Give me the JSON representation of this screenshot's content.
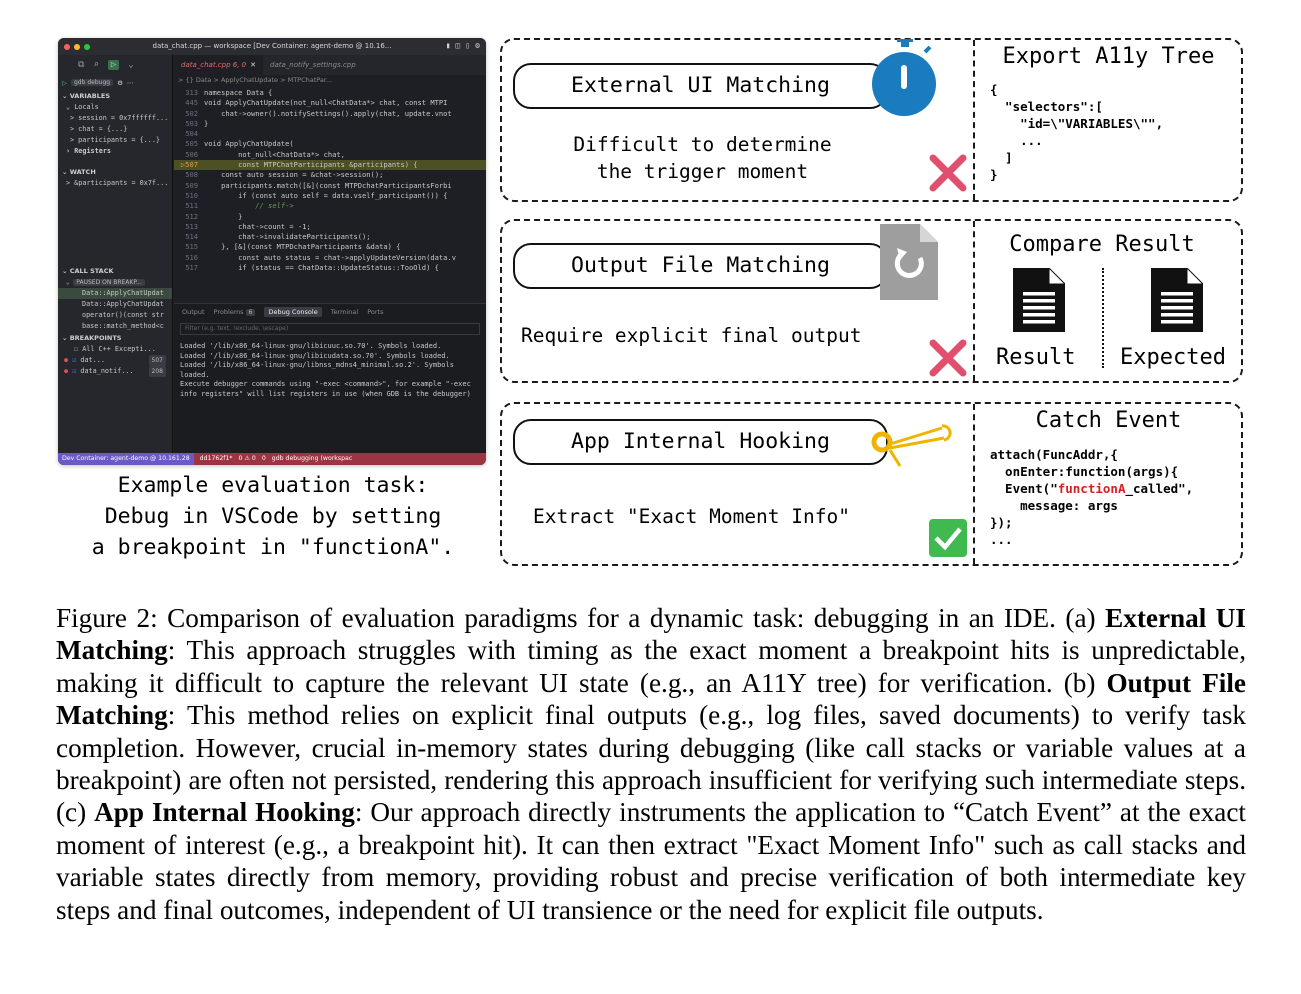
{
  "vscode": {
    "title": "data_chat.cpp — workspace [Dev Container: agent-demo @ 10.16...",
    "tabs": [
      "data_chat.cpp 6, 0",
      "data_notify_settings.cpp"
    ],
    "breadcrumb": "> {} Data > ApplyChatUpdate > MTPChatPar...",
    "debug_config": "gdb debugg",
    "sections": {
      "variables": "VARIABLES",
      "locals": "Locals",
      "registers": "Registers",
      "watch": "WATCH",
      "call_stack": "CALL STACK",
      "paused": "PAUSED ON BREAKP...",
      "breakpoints": "BREAKPOINTS"
    },
    "locals": [
      "> session = 0x7ffffff...",
      "> chat = {...}",
      "> participants = {...}"
    ],
    "watch_items": [
      "> &participants = 0x7f..."
    ],
    "call_stack_items": [
      "Data::ApplyChatUpdat",
      "Data::ApplyChatUpdat",
      "operator()(const str",
      "base::match_method<c"
    ],
    "breakpoint_items": [
      {
        "label": "All C++ Excepti...",
        "count": ""
      },
      {
        "label": "dat...",
        "count": "507"
      },
      {
        "label": "data_notif...",
        "count": "208"
      }
    ],
    "code_lines": [
      {
        "n": "313",
        "t": "namespace Data {"
      },
      {
        "n": "445",
        "t": "void ApplyChatUpdate(not_null<ChatData*> chat, const MTPI"
      },
      {
        "n": "502",
        "t": "    chat->owner().notifySettings().apply(chat, update.vnot"
      },
      {
        "n": "503",
        "t": "}"
      },
      {
        "n": "504",
        "t": ""
      },
      {
        "n": "505",
        "t": "void ApplyChatUpdate("
      },
      {
        "n": "506",
        "t": "        not_null<ChatData*> chat,"
      },
      {
        "n": "507",
        "t": "        const MTPChatParticipants &participants) {"
      },
      {
        "n": "508",
        "t": "    const auto session = &chat->session();"
      },
      {
        "n": "509",
        "t": "    participants.match([&](const MTPDchatParticipantsForbi"
      },
      {
        "n": "510",
        "t": "        if (const auto self = data.vself_participant()) {"
      },
      {
        "n": "511",
        "t": "            // self->"
      },
      {
        "n": "512",
        "t": "        }"
      },
      {
        "n": "513",
        "t": "        chat->count = -1;"
      },
      {
        "n": "514",
        "t": "        chat->invalidateParticipants();"
      },
      {
        "n": "515",
        "t": "    }, [&](const MTPDchatParticipants &data) {"
      },
      {
        "n": "516",
        "t": "        const auto status = chat->applyUpdateVersion(data.v"
      },
      {
        "n": "517",
        "t": "        if (status == ChatData::UpdateStatus::TooOld) {"
      }
    ],
    "panel_tabs": [
      "Output",
      "Problems",
      "6",
      "Debug Console",
      "Terminal",
      "Ports"
    ],
    "filter_placeholder": "Filter (e.g. text, !exclude, \\escape)",
    "console_text": "Loaded '/lib/x86_64-linux-gnu/libicuuc.so.70'. Symbols loaded.\nLoaded '/lib/x86_64-linux-gnu/libicudata.so.70'. Symbols loaded.\nLoaded '/lib/x86_64-linux-gnu/libnss_mdns4_minimal.so.2'. Symbols loaded.\nExecute debugger commands using \"-exec <command>\", for example \"-exec info registers\" will list registers in use (when GDB is the debugger)",
    "status": {
      "remote": "Dev Container: agent-demo @ 10.161.28",
      "branch": "dd1762f1*",
      "problems": "0 ⚠ 0",
      "ports": "0",
      "debug": "gdb debugging (workspac"
    }
  },
  "left_caption": [
    "Example evaluation task:",
    "Debug in VSCode by setting",
    "a breakpoint in \"functionA\"."
  ],
  "panel_a": {
    "label": "External UI Matching",
    "desc": [
      "Difficult to determine",
      "the trigger moment"
    ],
    "right_title": "Export A11y Tree",
    "code": "{\n  \"selectors\":[\n    \"id=\\\"VARIABLES\\\"\",\n    ...\n  ]\n}"
  },
  "panel_b": {
    "label": "Output File Matching",
    "desc": "Require explicit final output",
    "right_title": "Compare Result",
    "result_label": "Result",
    "expected_label": "Expected"
  },
  "panel_c": {
    "label": "App Internal Hooking",
    "desc": "Extract \"Exact Moment Info\"",
    "right_title": "Catch Event",
    "code_before": "attach(FuncAddr,{\n  onEnter:function(args){\n  Event(\"",
    "code_highlight": "functionA",
    "code_after": "_called\",\n    message: args\n});\n..."
  },
  "colors": {
    "cross": "#e0506e",
    "check": "#3fb950",
    "stopwatch": "#1a7bbf",
    "pin": "#f0b400"
  },
  "figure_caption": {
    "p1": "Figure 2:  Comparison of evaluation paradigms for a dynamic task:  debugging in an IDE. (a) ",
    "b1": "External UI Matching",
    "p2": ": This approach struggles with timing as the exact moment a breakpoint hits is unpredictable, making it difficult to capture the relevant UI state (e.g., an A11Y tree) for verification. (b) ",
    "b2": "Output File Matching",
    "p3": ": This method relies on explicit final outputs (e.g., log files, saved documents) to verify task completion. However, crucial in-memory states during debugging (like call stacks or variable values at a breakpoint) are often not persisted, rendering this approach insufficient for verifying such intermediate steps. (c) ",
    "b3": "App Internal Hooking",
    "p4": ": Our approach directly instruments the application to “Catch Event” at the exact moment of interest (e.g., a breakpoint hit). It can then extract \"Exact Moment Info\" such as call stacks and variable states directly from memory, providing robust and precise verification of both intermediate key steps and final outcomes, independent of UI transience or the need for explicit file outputs."
  }
}
